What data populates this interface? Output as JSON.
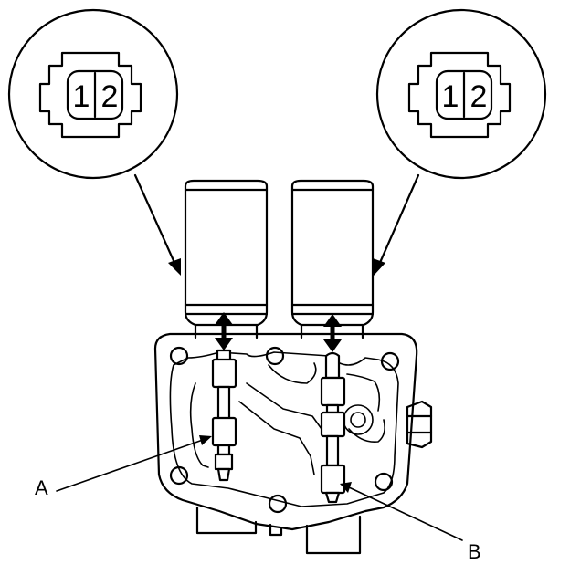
{
  "connectors": [
    {
      "name": "left-connector",
      "pins": [
        "1",
        "2"
      ]
    },
    {
      "name": "right-connector",
      "pins": [
        "1",
        "2"
      ]
    }
  ],
  "callouts": {
    "a": "A",
    "b": "B"
  }
}
